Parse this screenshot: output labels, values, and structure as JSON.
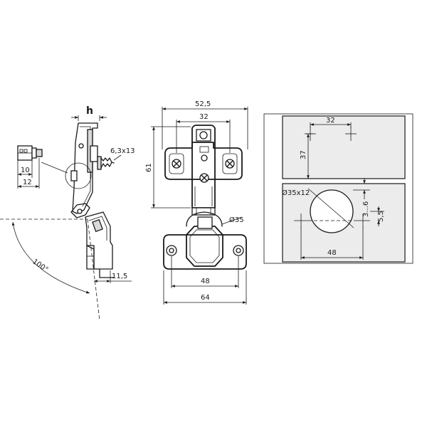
{
  "side_view": {
    "h_label": "h",
    "screw_label": "6,3x13",
    "dim_10": "10",
    "dim_12": "12",
    "angle_label": "100°",
    "dim_11_5": "11,5"
  },
  "front_view": {
    "dim_52_5": "52,5",
    "dim_32": "32",
    "dim_61": "61",
    "cup_diameter": "Ø35",
    "dim_48": "48",
    "dim_64": "64"
  },
  "drilling": {
    "dim_32": "32",
    "dim_37": "37",
    "cup_hole": "Ø35x12",
    "dim_3_6": "3...6",
    "dim_5_5": "5,5",
    "dim_48": "48"
  }
}
